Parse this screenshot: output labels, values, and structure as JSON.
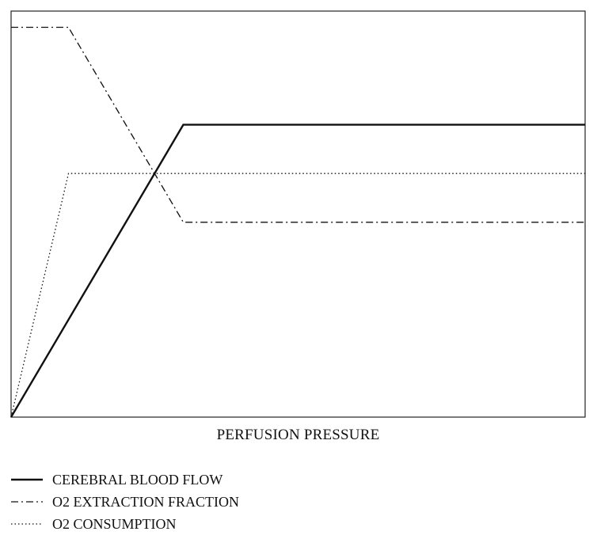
{
  "chart_data": {
    "type": "line",
    "title": "",
    "xlabel": "PERFUSION PRESSURE",
    "ylabel": "",
    "xlim": [
      0,
      100
    ],
    "ylim": [
      0,
      100
    ],
    "grid": false,
    "legend_position": "bottom-left",
    "series": [
      {
        "name": "CEREBRAL BLOOD FLOW",
        "style": "solid",
        "color": "#111111",
        "x": [
          0,
          30,
          100
        ],
        "y": [
          0,
          72,
          72
        ]
      },
      {
        "name": "O2 EXTRACTION FRACTION",
        "style": "dashdot",
        "color": "#111111",
        "x": [
          0,
          10,
          30,
          100
        ],
        "y": [
          96,
          96,
          48,
          48
        ]
      },
      {
        "name": "O2 CONSUMPTION",
        "style": "dotted",
        "color": "#111111",
        "x": [
          0,
          10,
          100
        ],
        "y": [
          0,
          60,
          60
        ]
      }
    ]
  }
}
